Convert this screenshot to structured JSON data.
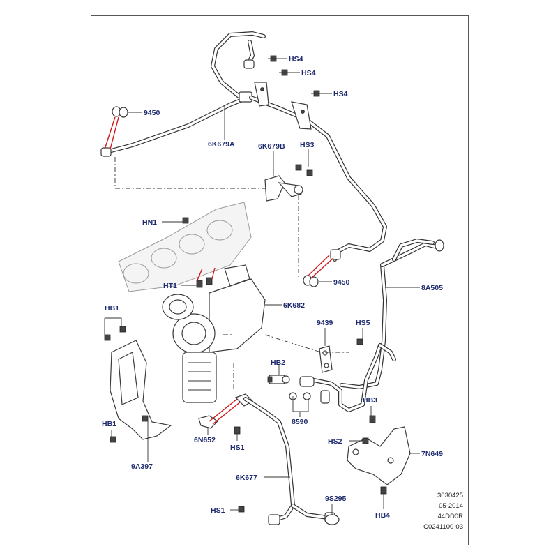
{
  "labels": {
    "hs4_a": "HS4",
    "hs4_b": "HS4",
    "hs4_c": "HS4",
    "part_9450_a": "9450",
    "part_6k679a": "6K679A",
    "part_6k679b": "6K679B",
    "hs3": "HS3",
    "hn1": "HN1",
    "part_9450_b": "9450",
    "part_8a505": "8A505",
    "ht1": "HT1",
    "part_6k682": "6K682",
    "hb1_a": "HB1",
    "part_9439": "9439",
    "hs5": "HS5",
    "hb2": "HB2",
    "hb3": "HB3",
    "part_8590": "8590",
    "hb1_b": "HB1",
    "part_6n652": "6N652",
    "hs1_a": "HS1",
    "hs2": "HS2",
    "part_7n649": "7N649",
    "part_9a397": "9A397",
    "part_6k677": "6K677",
    "part_9s295": "9S295",
    "hs1_b": "HS1",
    "hb4": "HB4"
  },
  "footer": {
    "line1": "3030425",
    "line2": "05-2014",
    "line3": "44DD0R",
    "line4": "C0241100-03"
  },
  "colors": {
    "label_text": "#1e2a6e",
    "highlight_lines": "#d01818",
    "line_art": "#333333"
  }
}
